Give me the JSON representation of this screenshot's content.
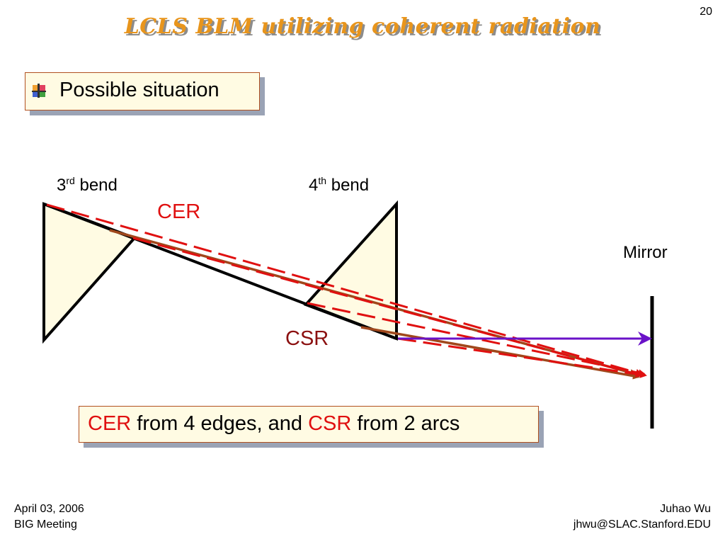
{
  "slide_number": "20",
  "title": "LCLS BLM utilizing coherent radiation",
  "bullet": "Possible situation",
  "labels": {
    "bend3_number": "3",
    "bend3_superscript": "rd",
    "bend3_word": " bend",
    "bend4_number": "4",
    "bend4_superscript": "th",
    "bend4_word": " bend",
    "cer": "CER",
    "csr": "CSR",
    "mirror": "Mirror"
  },
  "caption": {
    "cer": "CER",
    "middle": " from 4 edges, and ",
    "csr": "CSR",
    "end": " from 2 arcs"
  },
  "footer": {
    "date": "April 03, 2006",
    "event": "BIG Meeting",
    "author": "Juhao Wu",
    "email": "jhwu@SLAC.Stanford.EDU"
  },
  "colors": {
    "title": "#e8951c",
    "cer_dashed": "#e01010",
    "csr_solid": "#a0481c",
    "mirror_arrow": "#6a12c8",
    "bend_fill": "#fffbe3"
  }
}
